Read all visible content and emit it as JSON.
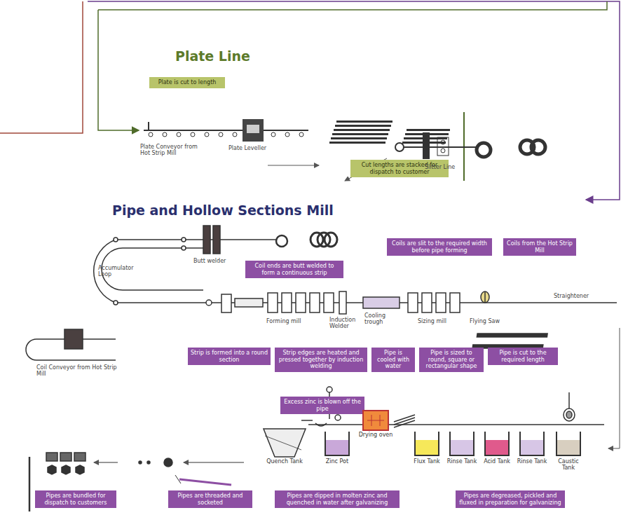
{
  "diagram": {
    "nodes": [
      {
        "text": [
          "Plate is cut to length"
        ]
      },
      {
        "text": [
          "Cut lengths are stacked for dispatch to customer"
        ]
      },
      {
        "text": [
          "Coils are slit to the required width before pipe forming"
        ]
      },
      {
        "text": [
          "Coils from the Hot Strip Mill"
        ]
      },
      {
        "text": [
          "Coil ends are butt welded to form a continuous strip"
        ]
      },
      {
        "text": [
          "Strip is formed into a round section"
        ]
      },
      {
        "text": [
          "Strip edges are heated and pressed together by induction welding"
        ]
      },
      {
        "text": [
          "Pipe is cooled with water"
        ]
      },
      {
        "text": [
          "Pipe is sized to round, square or rectangular shape"
        ]
      },
      {
        "text": [
          "Pipe is cut to the required length"
        ]
      },
      {
        "text": [
          "Excess zinc is blown off the pipe"
        ]
      },
      {
        "text": [
          "Quench Tank"
        ]
      },
      {
        "text": [
          "Zinc Pot"
        ]
      },
      {
        "text": [
          "Drying oven"
        ]
      },
      {
        "text": [
          "Flux Tank"
        ]
      },
      {
        "text": [
          "Rinse Tank"
        ]
      },
      {
        "text": [
          "Acid Tank"
        ]
      },
      {
        "text": [
          "Rinse Tank"
        ]
      },
      {
        "text": [
          "Caustic Tank"
        ]
      },
      {
        "text": [
          "Pipes are bundled for dispatch to customers"
        ]
      },
      {
        "text": [
          "Pipes are threaded and socketed"
        ]
      },
      {
        "text": [
          "Pipes are dipped in molten zinc and quenched in water after galvanizing"
        ]
      },
      {
        "text": [
          "Pipes are degreased, pickled and fluxed in preparation for galvanizing"
        ]
      }
    ],
    "labels": [
      "Plate Line",
      "Plate Conveyor from Hot Strip Mill",
      "Plate Leveller",
      "Pipe and Hollow Sections Mill",
      "Slitter Line",
      "Butt welder",
      "Accumulator Loop",
      "Forming mill",
      "Induction Welder",
      "Cooling trough",
      "Sizing mill",
      "Flying Saw",
      "Straightener",
      "Coil Conveyor from Hot Strip Mill"
    ]
  }
}
